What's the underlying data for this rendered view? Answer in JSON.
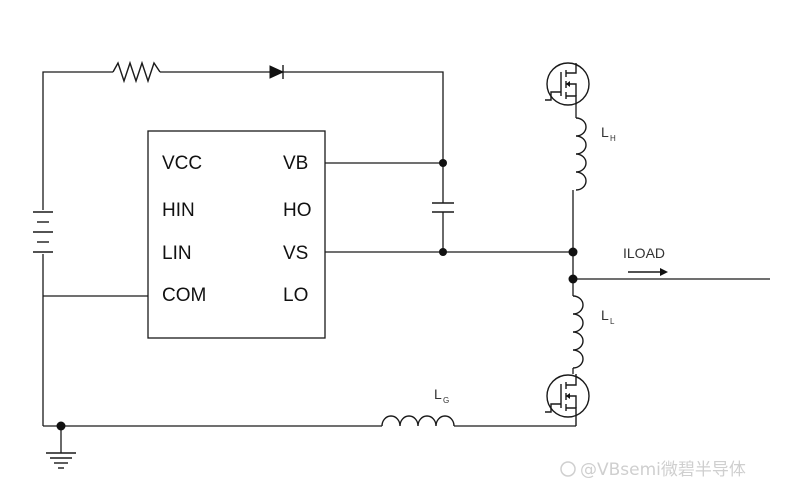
{
  "ic": {
    "pins_left": [
      "VCC",
      "HIN",
      "LIN",
      "COM"
    ],
    "pins_right": [
      "VB",
      "HO",
      "VS",
      "LO"
    ]
  },
  "labels": {
    "lh_main": "L",
    "lh_sub": "H",
    "ll_main": "L",
    "ll_sub": "L",
    "lg_main": "L",
    "lg_sub": "G",
    "iload": "ILOAD"
  },
  "watermark": "@VBsemi微碧半导体",
  "colors": {
    "line": "#1a1a1a",
    "watermark": "#cfcfcf"
  }
}
